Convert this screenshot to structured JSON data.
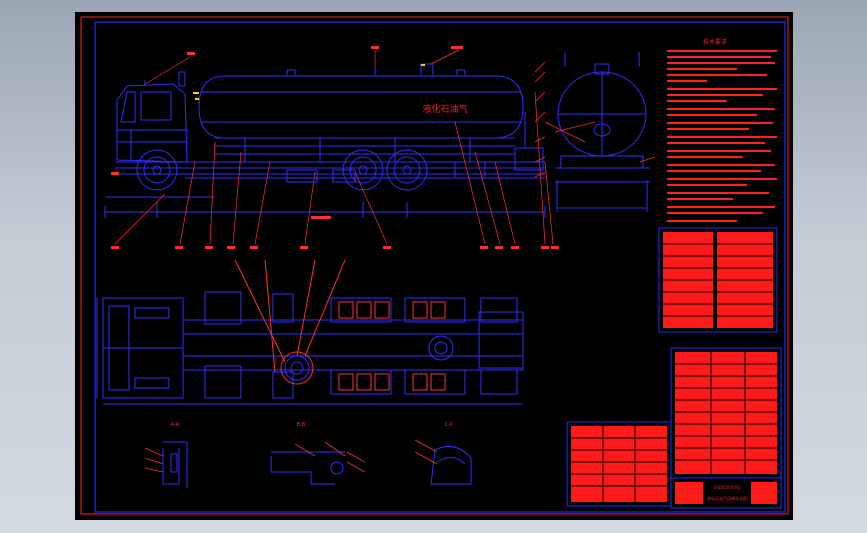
{
  "app": {
    "viewport": "cad-drawing-viewport"
  },
  "drawing": {
    "tank_label": "液化石油气",
    "colors": {
      "background": "#000000",
      "frame_outer": "#ff2020",
      "frame_inner": "#2a2aff",
      "geometry": "#2f2fff",
      "leaders": "#ff3030",
      "text": "#ff2020",
      "table_fill": "#ff1a1a",
      "accent": "#ffcc00",
      "window": "#a8b2bf"
    },
    "notes_heading": "技术要求",
    "title_block": {
      "drawing_code": "SXD5200GYQ",
      "drawing_name": "液化石油气运输车总图"
    },
    "section_labels": {
      "detail_a": "A-A",
      "detail_b": "B-B",
      "detail_c": "C-C"
    }
  }
}
